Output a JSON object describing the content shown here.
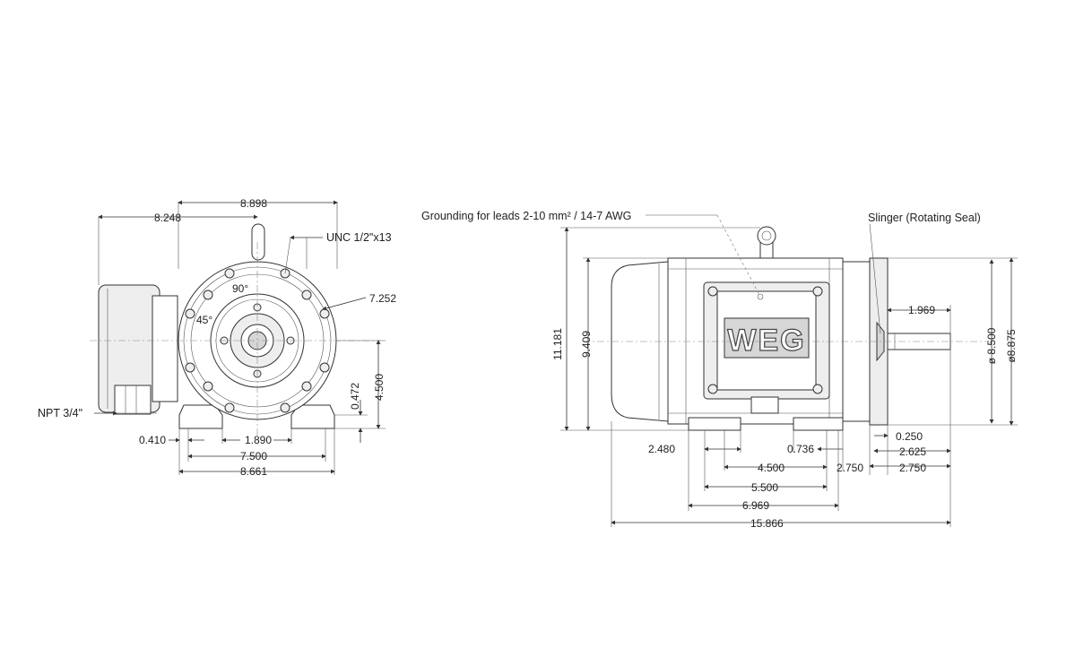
{
  "front_view": {
    "overall_height_from_axis": "8.248",
    "overall_width": "8.898",
    "thread": "UNC 1/2\"x13",
    "bolt_circle": "7.252",
    "angle_90": "90°",
    "angle_45": "45°",
    "conduit": "NPT 3/4\"",
    "foot_thickness": "0.472",
    "shaft_height": "4.500",
    "foot_edge": "0.410",
    "foot_slot": "1.890",
    "foot_spacing": "7.500",
    "base_width": "8.661"
  },
  "side_view": {
    "grounding_note": "Grounding for leads 2-10 mm² / 14-7 AWG",
    "slinger_note": "Slinger (Rotating Seal)",
    "logo_text": "WEG",
    "overall_height": "11.181",
    "frame_height": "9.409",
    "shaft_length": "1.969",
    "flange_diameter_a": "ø 8.500",
    "flange_diameter_b": "ø8.875",
    "dim_2480": "2.480",
    "dim_0736": "0.736",
    "dim_0250": "0.250",
    "dim_2625": "2.625",
    "dim_4500": "4.500",
    "dim_2750_left": "2.750",
    "dim_2750_right": "2.750",
    "dim_5500": "5.500",
    "dim_6969": "6.969",
    "overall_length": "15.866"
  }
}
